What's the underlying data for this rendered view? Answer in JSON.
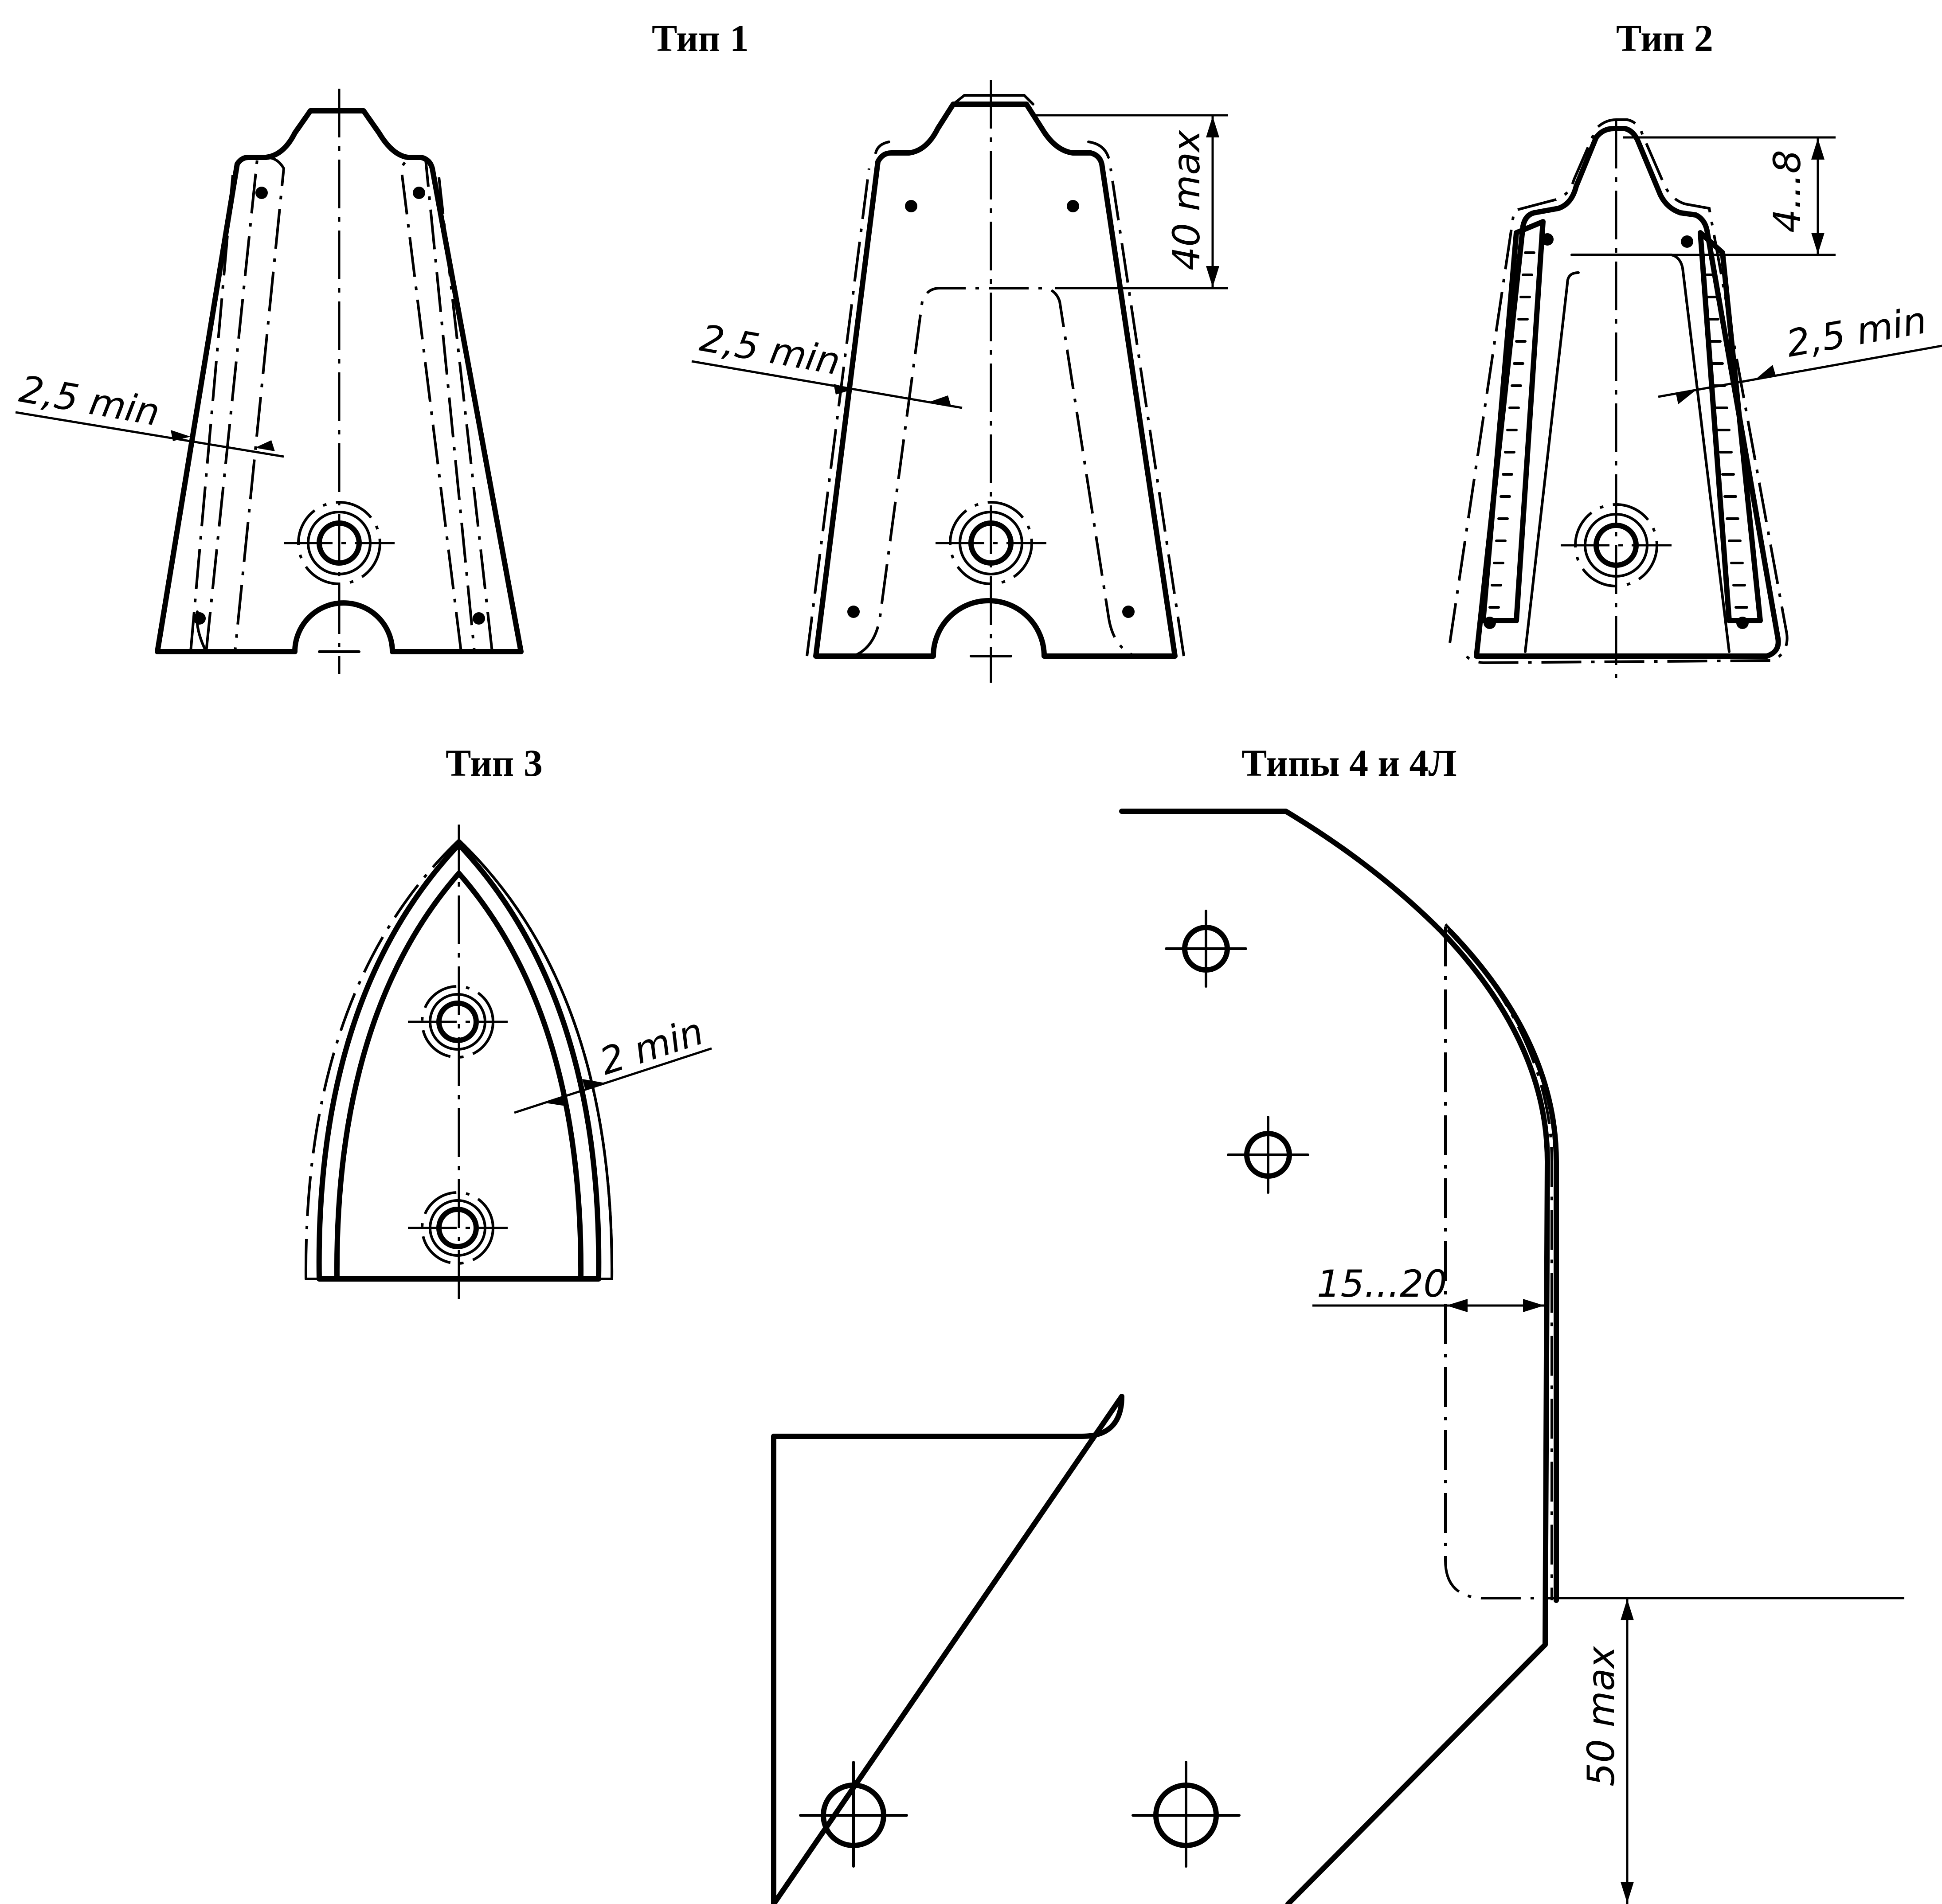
{
  "titles": {
    "type1": "Тип 1",
    "type2": "Тип 2",
    "type3": "Тип 3",
    "type4": "Типы 4 и 4Л"
  },
  "dimensions": {
    "type1a_edge": "2,5 min",
    "type1b_edge": "2,5 min",
    "type1b_height": "40 max",
    "type2_edge": "2,5 min",
    "type2_height": "4...8",
    "type3_edge": "2 min",
    "type4_offset": "15...20",
    "type4_height": "50 max"
  }
}
